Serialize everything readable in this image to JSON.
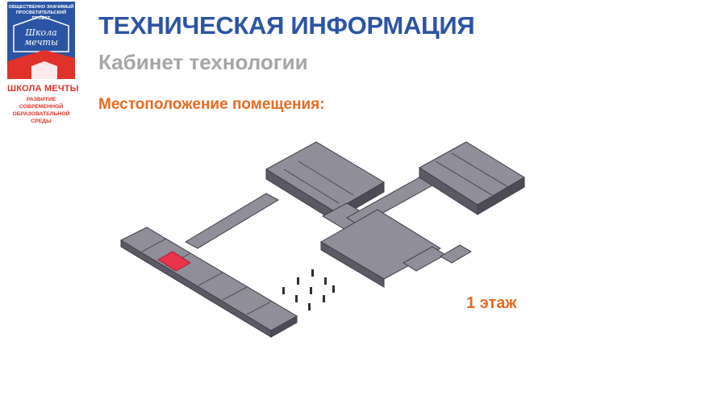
{
  "logo": {
    "top_line_1": "ОБЩЕСТВЕННО ЗНАЧИМЫЙ",
    "top_line_2": "ПРОСВЕТИТЕЛЬСКИЙ ПРОЕКТ",
    "script_line_1": "Школа",
    "script_line_2": "мечты",
    "name": "ШКОЛА МЕЧТЫ",
    "sub_line_1": "РАЗВИТИЕ СОВРЕМЕННОЙ",
    "sub_line_2": "ОБРАЗОВАТЕЛЬНОЙ СРЕДЫ"
  },
  "header": {
    "title": "ТЕХНИЧЕСКАЯ ИНФОРМАЦИЯ",
    "subtitle": "Кабинет технологии",
    "section_label": "Местоположение помещения:"
  },
  "plan": {
    "floor_label": "1 этаж",
    "highlight_color": "#e8334a",
    "wall_color": "#6e6d78",
    "floor_color": "#9a99a3"
  },
  "colors": {
    "brand_blue": "#2b55a4",
    "brand_red": "#e0312b",
    "accent_orange": "#ea6a1f",
    "subtitle_gray": "#a6a6a6"
  }
}
